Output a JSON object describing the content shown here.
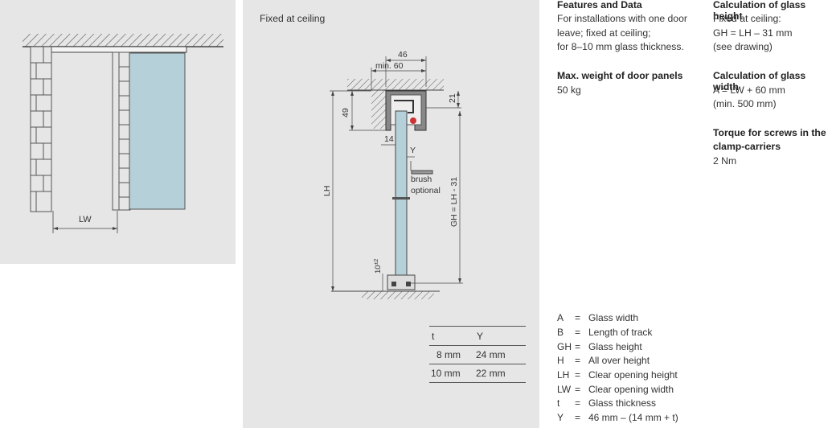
{
  "left_drawing": {
    "lw_label": "LW"
  },
  "mid_drawing": {
    "title": "Fixed at ceiling",
    "dim_46": "46",
    "dim_min60": "min. 60",
    "dim_49": "49",
    "dim_21": "21",
    "dim_14": "14",
    "dim_y": "Y",
    "brush_label_1": "brush",
    "brush_label_2": "optional",
    "dim_lh": "LH",
    "dim_gh": "GH = LH - 31",
    "dim_10": "10",
    "dim_10_sup": "±2"
  },
  "table": {
    "headers": [
      "t",
      "Y"
    ],
    "rows": [
      [
        "8 mm",
        "24 mm"
      ],
      [
        "10 mm",
        "22 mm"
      ]
    ]
  },
  "features": {
    "title": "Features and Data",
    "lines": [
      "For installations with one door",
      "leave; fixed at ceiling;",
      "for 8–10 mm glass thickness."
    ]
  },
  "max_weight": {
    "title": "Max. weight of door panels",
    "value": "50 kg"
  },
  "glass_height": {
    "title": "Calculation of glass height",
    "lines": [
      "Fixed at ceiling:",
      "GH = LH – 31 mm",
      "(see drawing)"
    ]
  },
  "glass_width": {
    "title": "Calculation of glass width",
    "lines": [
      "A = LW + 60 mm",
      "(min. 500 mm)"
    ]
  },
  "torque": {
    "title_1": "Torque for screws in the",
    "title_2": "clamp-carriers",
    "value": "2 Nm"
  },
  "legend": [
    {
      "abbr": "A",
      "desc": "Glass width"
    },
    {
      "abbr": "B",
      "desc": "Length of track"
    },
    {
      "abbr": "GH",
      "desc": "Glass height"
    },
    {
      "abbr": "H",
      "desc": "All over height"
    },
    {
      "abbr": "LH",
      "desc": "Clear opening height"
    },
    {
      "abbr": "LW",
      "desc": "Clear opening width"
    },
    {
      "abbr": "t",
      "desc": "Glass thickness"
    },
    {
      "abbr": "Y",
      "desc": "46 mm – (14 mm + t)"
    }
  ],
  "legend_eq": "="
}
